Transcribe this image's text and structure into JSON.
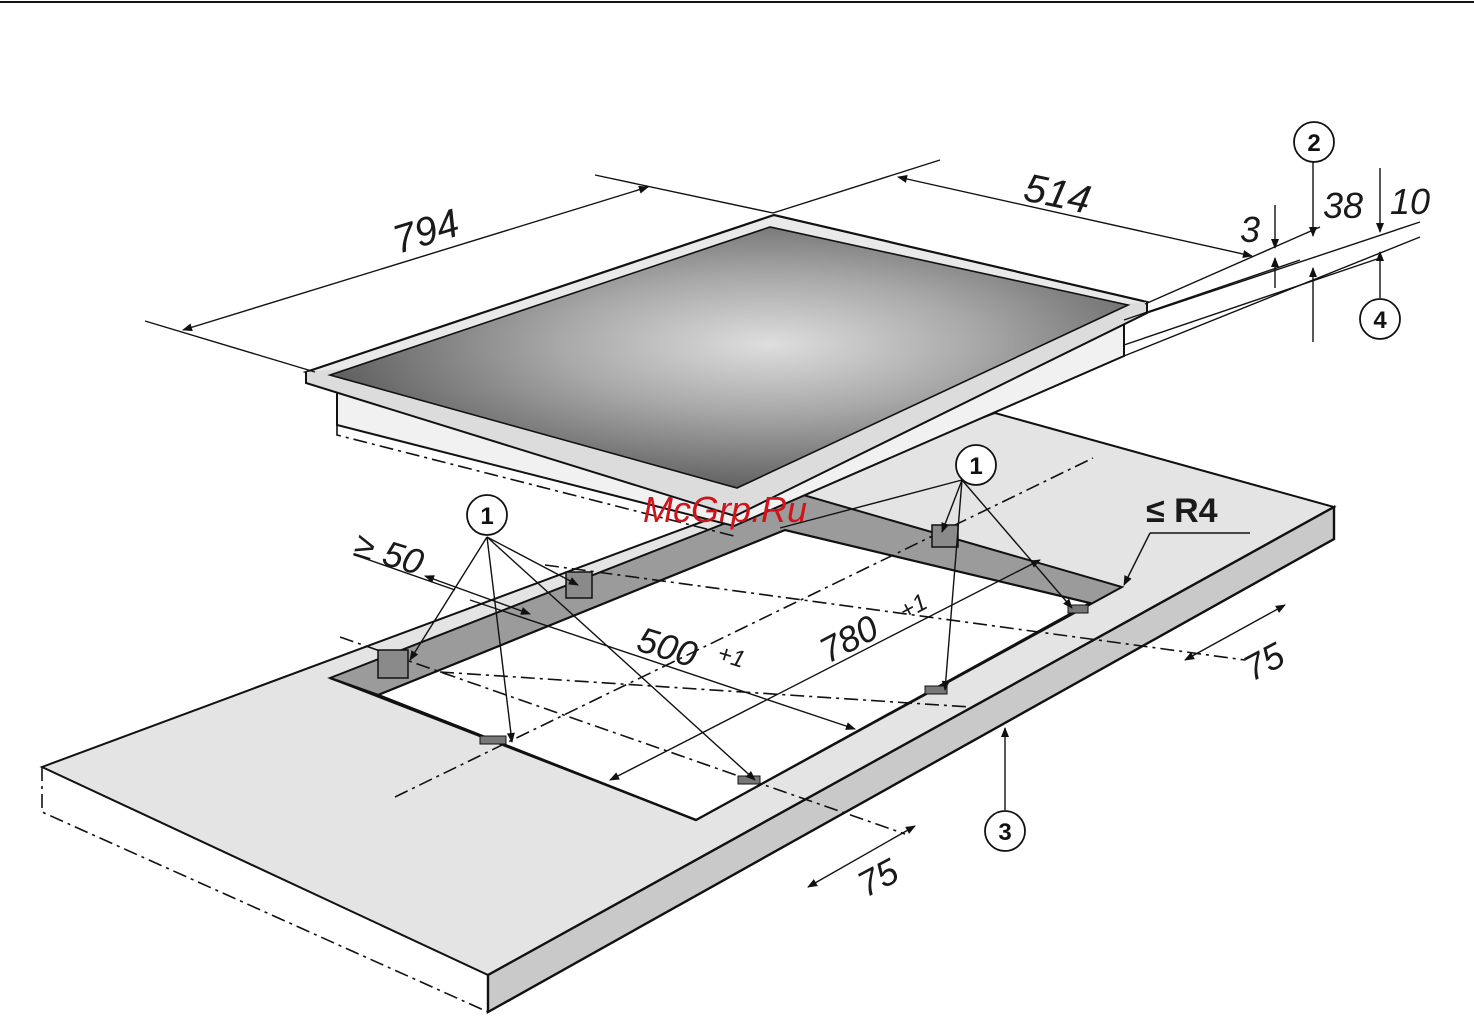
{
  "dimensions": {
    "hob_length": "794",
    "hob_depth": "514",
    "frame_height": "3",
    "total_height": "38",
    "lower_offset": "10",
    "min_edge": "≥ 50",
    "cutout_depth": "500",
    "cutout_depth_tol": "+1",
    "cutout_depth_tol_neg": "–",
    "cutout_width": "780",
    "cutout_width_tol": "+1",
    "cutout_width_tol_neg": "–",
    "spacing_right": "75",
    "spacing_front": "75",
    "corner_radius": "≤ R4"
  },
  "callouts": {
    "clamp_a": "1",
    "clamp_b": "1",
    "top_height_marker": "2",
    "worktop_marker": "3",
    "offset_marker": "4"
  },
  "watermark": "McGrp.Ru",
  "colors": {
    "worktop": "#e4e4e4",
    "worktop_edge": "#c9c9c9",
    "glass_light": "#d8d8d8",
    "glass_dark": "#3a3a3a",
    "frame": "#e9e9e9",
    "watermark": "#d0141b"
  }
}
